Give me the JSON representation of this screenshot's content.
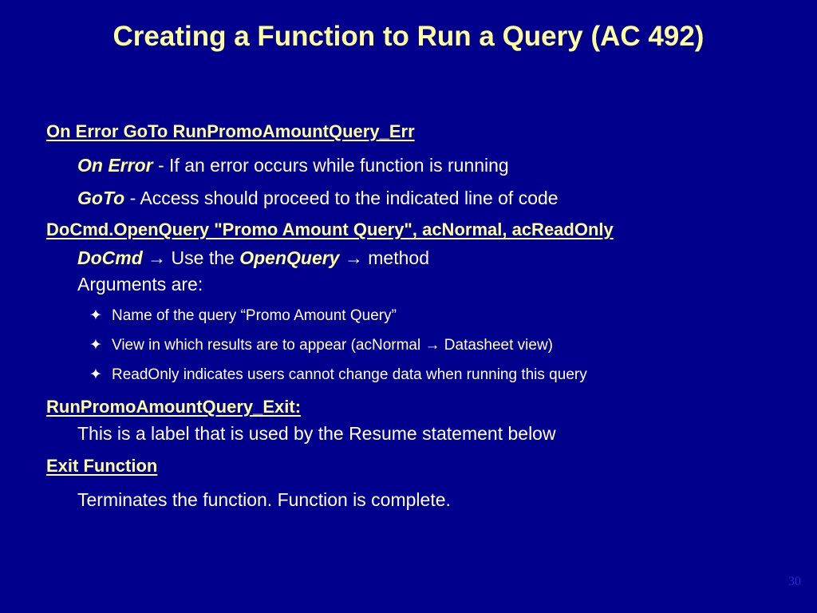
{
  "title": "Creating a Function to Run a Query (AC 492)",
  "lines": {
    "code1": "On Error GoTo RunPromoAmountQuery_Err",
    "onerror_kw": "On Error",
    "onerror_text": " - If an error occurs while function is running",
    "goto_kw": "GoTo",
    "goto_text": " - Access should proceed to the indicated line of code",
    "code2": "DoCmd.OpenQuery \"Promo Amount Query\", acNormal, acReadOnly",
    "docmd_kw": "DoCmd",
    "arrow": "→",
    "use_the": " Use the ",
    "openquery_kw": "OpenQuery",
    "method": " method",
    "arguments": "Arguments are:",
    "bullet_mark": "✦",
    "bullet1": "Name of the query “Promo Amount Query”",
    "bullet2_a": "View in which results are to appear (acNormal ",
    "bullet2_b": " Datasheet view)",
    "bullet3": "ReadOnly indicates users cannot change data when running this query",
    "code3": "RunPromoAmountQuery_Exit:",
    "label_text": "This is a label that is used by the Resume statement below",
    "code4": "Exit Function",
    "terminates": "Terminates the function.  Function is complete."
  },
  "slide_number": "30",
  "colors": {
    "background": "#00008c",
    "title": "#ffff99",
    "code": "#ffff99",
    "body": "#ffffff"
  }
}
